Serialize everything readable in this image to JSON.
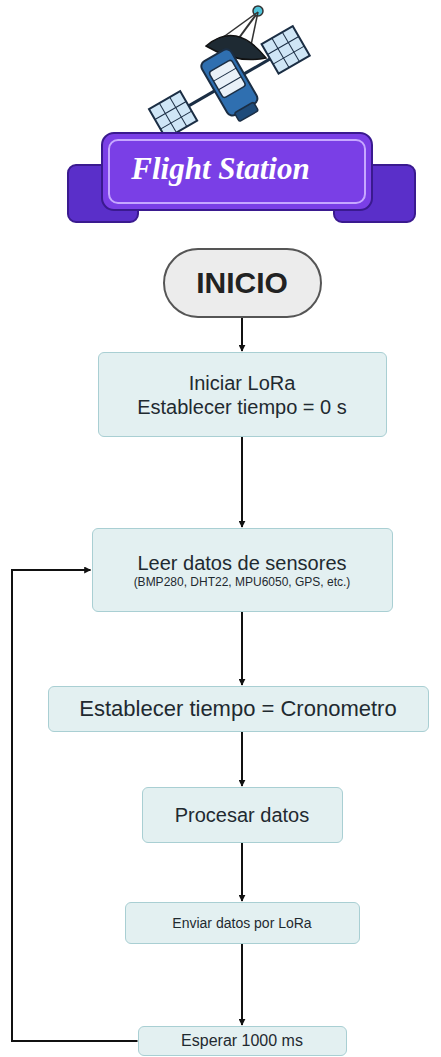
{
  "diagram": {
    "title": "Flight Station",
    "nodes": [
      {
        "text": [
          "INICIO"
        ]
      },
      {
        "text": [
          "Iniciar LoRa",
          "Establecer tiempo = 0 s"
        ]
      },
      {
        "text": [
          "Leer datos de sensores",
          "(BMP280, DHT22, MPU6050, GPS, etc.)"
        ]
      },
      {
        "text": [
          "Establecer tiempo = Cronometro"
        ]
      },
      {
        "text": [
          "Procesar datos"
        ]
      },
      {
        "text": [
          "Enviar datos por LoRa"
        ]
      },
      {
        "text": [
          "Esperar 1000 ms"
        ]
      }
    ],
    "edges": [
      {
        "from": 0,
        "to": 1,
        "arrow": "to"
      },
      {
        "from": 1,
        "to": 2,
        "arrow": "to"
      },
      {
        "from": 2,
        "to": 3,
        "arrow": "to"
      },
      {
        "from": 3,
        "to": 4,
        "arrow": "to"
      },
      {
        "from": 4,
        "to": 5,
        "arrow": "to"
      },
      {
        "from": 5,
        "to": 6,
        "arrow": "to"
      },
      {
        "from": 6,
        "to": 2,
        "arrow": "to"
      }
    ]
  }
}
